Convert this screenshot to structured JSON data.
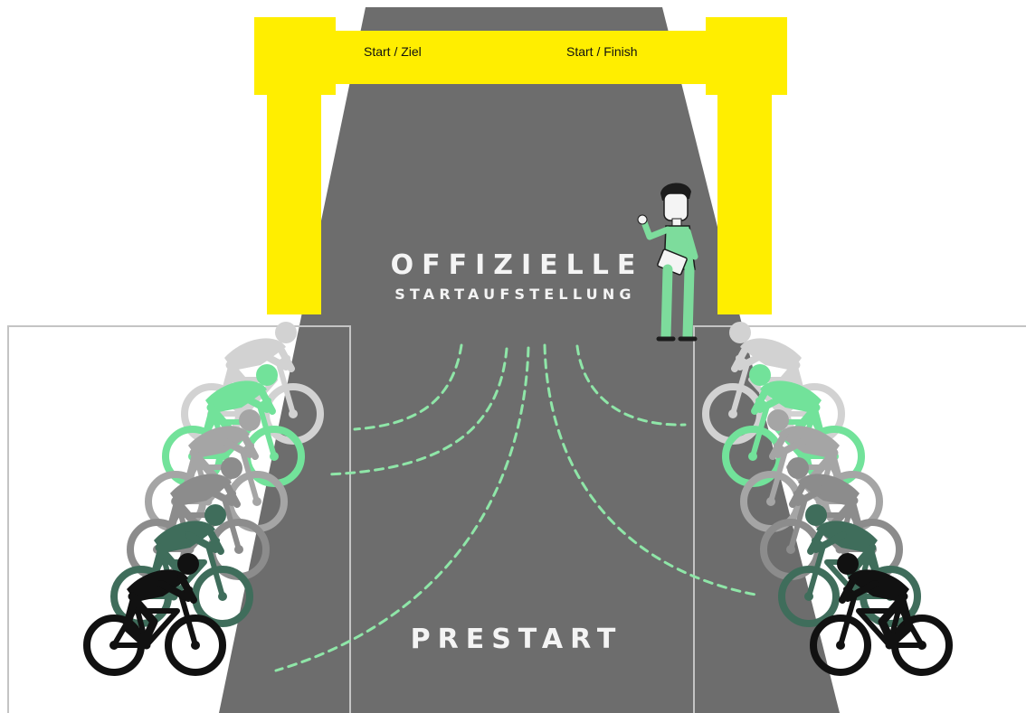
{
  "gate": {
    "label_left": "Start / Ziel",
    "label_right": "Start / Finish"
  },
  "road": {
    "title": "OFFIZIELLE",
    "subtitle": "STARTAUFSTELLUNG",
    "prestart_label": "PRESTART"
  },
  "colors": {
    "road": "#6d6d6d",
    "gate": "#ffee00",
    "path_dashes": "#8fe6a8",
    "pen_border": "#c4c4c4",
    "official": "#7ddc9c"
  },
  "icons": {
    "official": "race-official-with-clipboard-icon",
    "riders": "cyclist-silhouette-icon"
  }
}
